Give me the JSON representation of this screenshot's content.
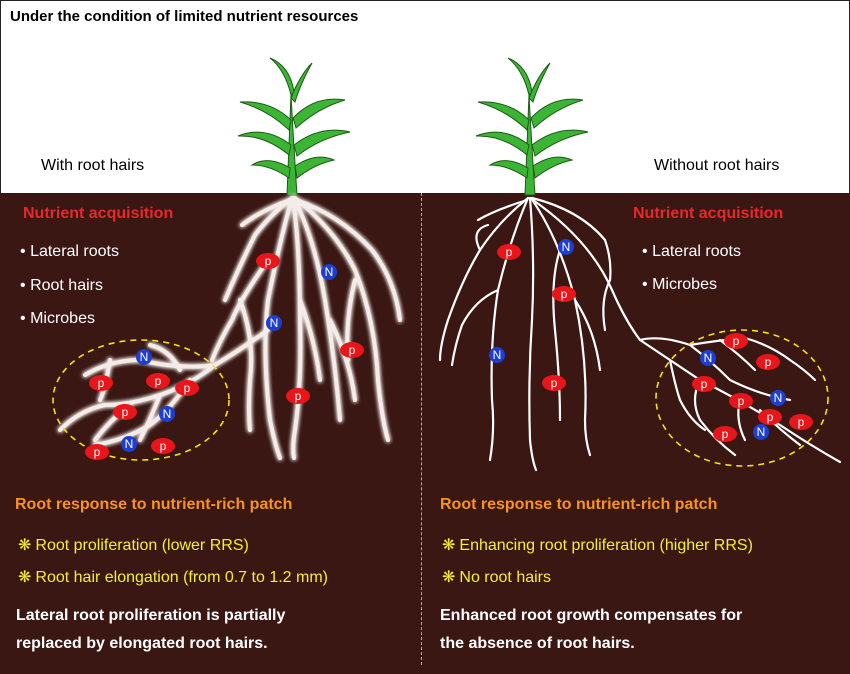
{
  "title": "Under the condition of limited nutrient resources",
  "left": {
    "label": "With root hairs",
    "acquisition_heading": "Nutrient acquisition",
    "acquisition_items": [
      "Lateral roots",
      "Root hairs",
      "Microbes"
    ],
    "response_heading": "Root response to nutrient-rich patch",
    "response_items": [
      "Root proliferation (lower RRS)",
      "Root hair elongation (from 0.7 to 1.2 mm)"
    ],
    "summary_lines": [
      "Lateral root proliferation is partially",
      "replaced by elongated root hairs."
    ]
  },
  "right": {
    "label": "Without root hairs",
    "acquisition_heading": "Nutrient acquisition",
    "acquisition_items": [
      "Lateral roots",
      "Microbes"
    ],
    "response_heading": "Root response to nutrient-rich patch",
    "response_items": [
      "Enhancing root proliferation (higher RRS)",
      "No root hairs"
    ],
    "summary_lines": [
      "Enhanced root growth compensates for",
      "the absence of root hairs."
    ]
  },
  "nutrients": {
    "phosphorus": "p",
    "nitrogen": "N"
  },
  "bullet_symbol": "•",
  "item_symbol": "❋",
  "colors": {
    "soil": "#3a1713",
    "heading_red": "#e8282a",
    "heading_orange": "#f7931e",
    "item_yellow": "#f2ee3c",
    "leaf_green": "#3cb534",
    "p_marker": "#e8161b",
    "n_marker": "#1d3fd1",
    "patch_outline": "#f2e21a"
  },
  "icons": {
    "plant": "corn-plant-icon",
    "item_marker": "asterisk-icon"
  }
}
